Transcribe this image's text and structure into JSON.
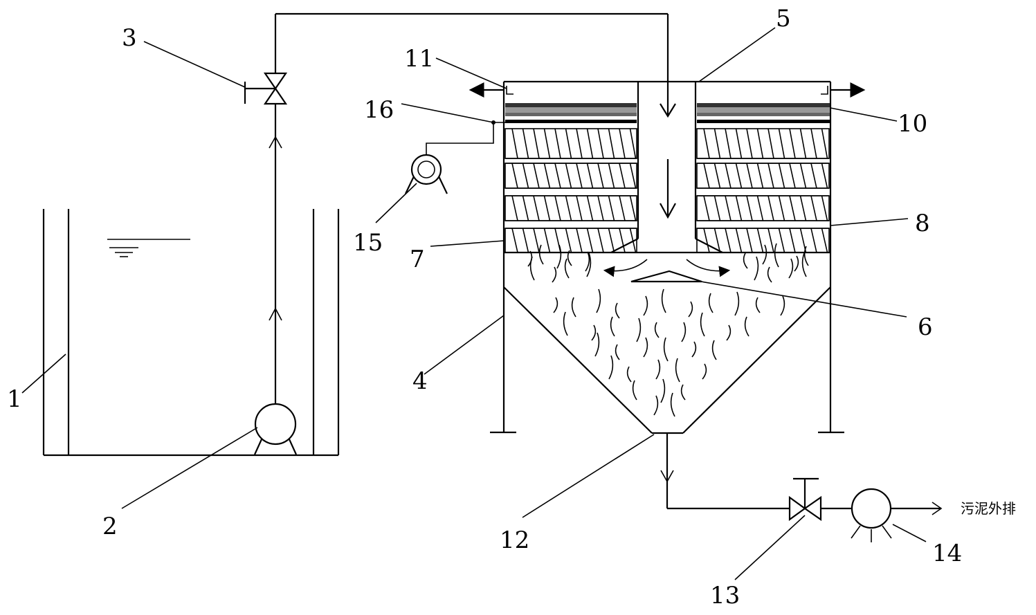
{
  "labels": {
    "n1": "1",
    "n2": "2",
    "n3": "3",
    "n4": "4",
    "n5": "5",
    "n6": "6",
    "n7": "7",
    "n8": "8",
    "n10": "10",
    "n11": "11",
    "n12": "12",
    "n13": "13",
    "n14": "14",
    "n15": "15",
    "n16": "16"
  },
  "outlet_text": "污泥外排"
}
